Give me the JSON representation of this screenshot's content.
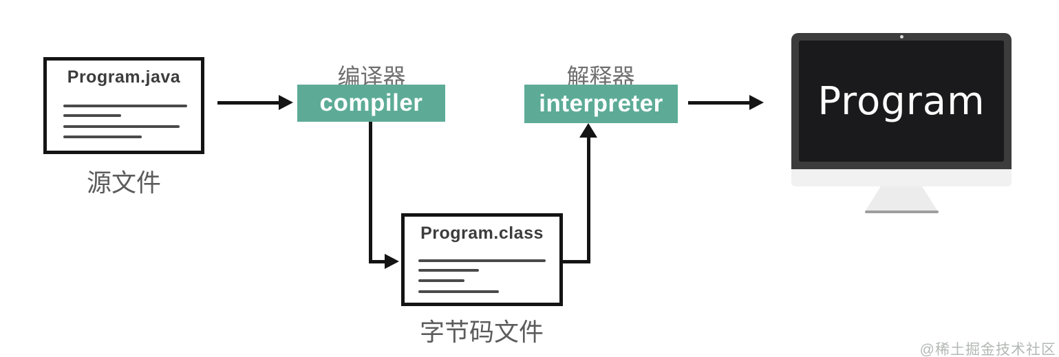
{
  "source_file": {
    "title": "Program.java",
    "label": "源文件"
  },
  "compiler": {
    "label_cn": "编译器",
    "label_en": "compiler"
  },
  "bytecode_file": {
    "title": "Program.class",
    "label": "字节码文件"
  },
  "interpreter": {
    "label_cn": "解释器",
    "label_en": "interpreter"
  },
  "monitor": {
    "screen_text": "Program"
  },
  "watermark": "@稀土掘金技术社区",
  "colors": {
    "accent_teal": "#5dab97",
    "box_border": "#141414",
    "arrow_black": "#141414",
    "label_gray": "#5c5c5c",
    "cn_title_gray": "#6f6f6f",
    "monitor_bezel": "#3c3c3c",
    "monitor_screen": "#1a1a1c",
    "watermark_color": "#b2b8b4"
  }
}
